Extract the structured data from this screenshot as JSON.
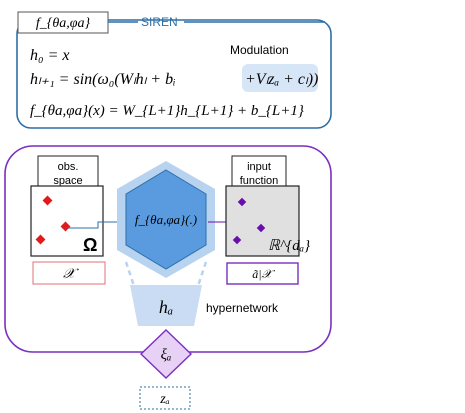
{
  "siren": {
    "tag": "f_{θa,φa}",
    "title": "SIREN",
    "modulation_label": "Modulation",
    "eq1": "h₀ = x",
    "eq2_left": "hₗ₊₁ = sin(ω₀(Wₗhₗ + bᵢ",
    "eq2_mod": "+Vₗzₐ + cₗ))",
    "eq3": "f_{θa,φa}(x) = W_{L+1}h_{L+1} + b_{L+1}"
  },
  "observation": {
    "label_line1": "obs.",
    "label_line2": "space",
    "omega": "Ω",
    "set_label": "𝒳"
  },
  "network": {
    "hex_label": "f_{θa,φa}(.)",
    "hyper_label": "hₐ",
    "hyper_caption": "hypernetwork"
  },
  "input_function": {
    "label_line1": "input",
    "label_line2": "function",
    "space_label": "ℝ^{dₐ}",
    "restricted_label": "ã|𝒳"
  },
  "latent": {
    "xi_label": "ξₐ",
    "z_label": "zₐ"
  },
  "colors": {
    "siren_border": "#2d6fa6",
    "purple_border": "#7a2fbf",
    "hex_fill": "#5a9be0",
    "hex_halo": "#b8d3f0",
    "trap_fill": "#c9dcf3",
    "red_point": "#e31a1c",
    "purple_point": "#6a0dad",
    "diamond_fill": "#e7d2f5"
  }
}
